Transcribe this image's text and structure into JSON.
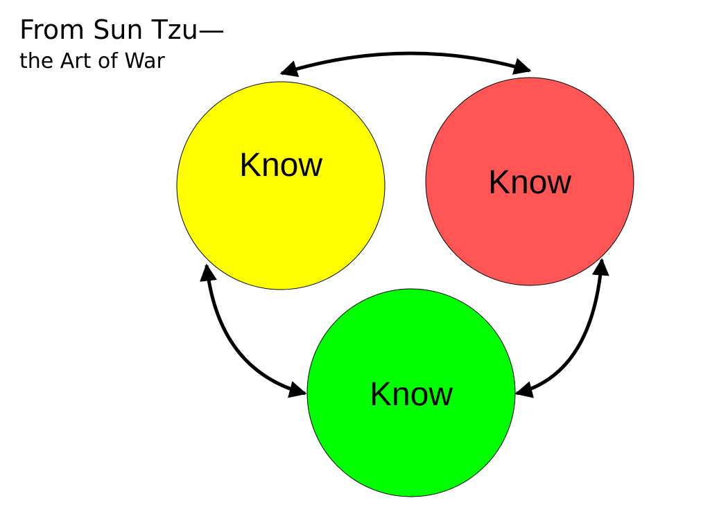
{
  "title": {
    "line1": "From Sun Tzu—",
    "line2": "the Art of War"
  },
  "circles": {
    "yellow": {
      "label": "Know",
      "color": "#ffff00"
    },
    "red": {
      "label": "Know",
      "color": "#ff5555"
    },
    "green": {
      "label": "Know",
      "color": "#00ff00"
    }
  },
  "arrow_color": "#000000"
}
